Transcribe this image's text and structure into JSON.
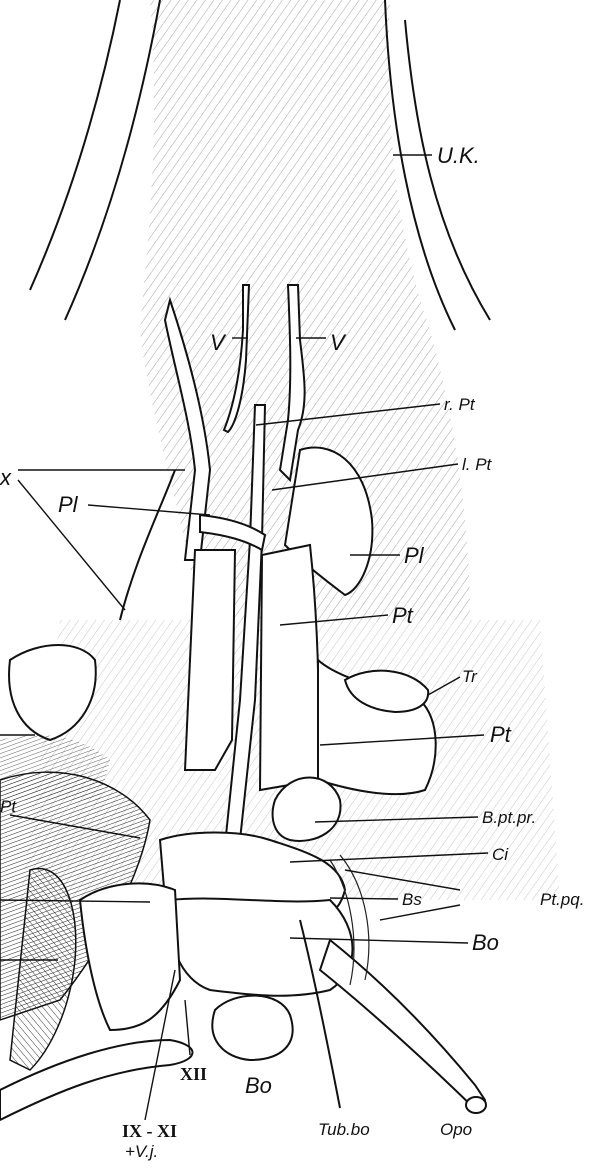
{
  "labels": {
    "uk": "U.K.",
    "v_left": "V",
    "v_right": "V",
    "r_pt": "r. Pt",
    "l_pt": "l. Pt",
    "x": "x",
    "pl_left": "Pl",
    "pl_right": "Pl",
    "pt_mid": "Pt",
    "tr": "Tr",
    "pt_right": "Pt",
    "pt_left_partial": "Pt",
    "b_pt_pr": "B.pt.pr.",
    "ci": "Ci",
    "bs": "Bs",
    "pt_pq": "Pt.pq.",
    "bo_right": "Bo",
    "bo_bottom": "Bo",
    "xii": "XII",
    "ix_xi": "IX - XI",
    "v_j": "+V.j.",
    "tub_bo": "Tub.bo",
    "opo": "Opo"
  },
  "colors": {
    "ink": "#111111",
    "paper": "#ffffff"
  }
}
